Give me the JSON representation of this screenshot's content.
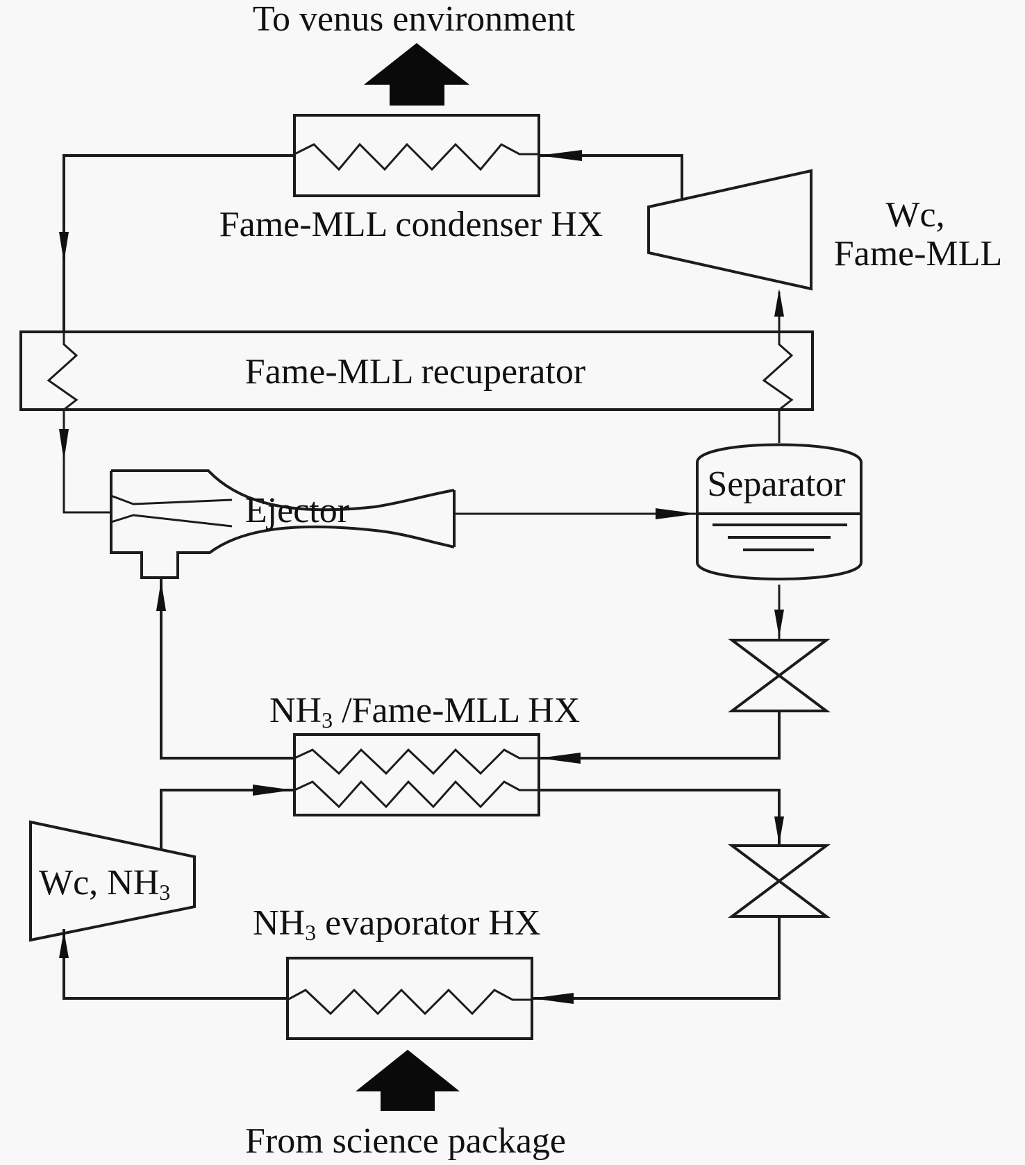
{
  "diagram": {
    "title_top": "To venus environment",
    "title_bottom": "From science package",
    "components": {
      "condenser": {
        "label": "Fame-MLL condenser HX"
      },
      "compressor_mll": {
        "label_line1": "Wc,",
        "label_line2": "Fame-MLL"
      },
      "recuperator": {
        "label": "Fame-MLL recuperator"
      },
      "ejector": {
        "label": "Ejector"
      },
      "separator": {
        "label": "Separator"
      },
      "nh3_mll_hx": {
        "label_prefix": "NH",
        "label_sub": "3",
        "label_suffix": " /Fame-MLL HX"
      },
      "compressor_nh3": {
        "label_prefix": "Wc, NH",
        "label_sub": "3"
      },
      "evaporator": {
        "label_prefix": "NH",
        "label_sub": "3",
        "label_suffix": " evaporator HX"
      },
      "valve_upper": {
        "label": ""
      },
      "valve_lower": {
        "label": ""
      }
    }
  }
}
